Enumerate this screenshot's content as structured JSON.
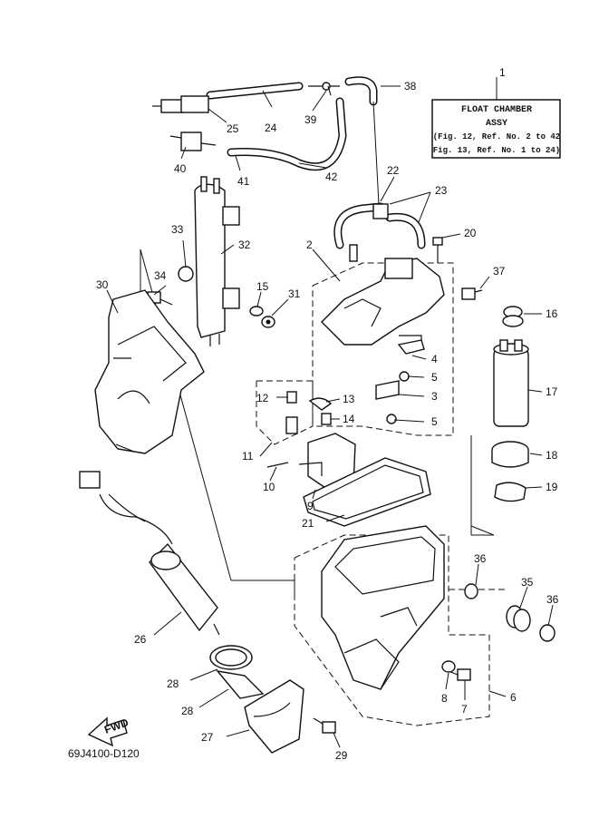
{
  "title_box": {
    "line1": "FLOAT CHAMBER",
    "line2": "ASSY",
    "line3": "(Fig. 12, Ref. No. 2 to 42",
    "line4": "Fig. 13, Ref. No. 1 to 24)"
  },
  "fwd_label": "FWD",
  "diagram_code": "69J4100-D120",
  "callouts": [
    {
      "id": "1",
      "text": "1"
    },
    {
      "id": "2",
      "text": "2"
    },
    {
      "id": "3",
      "text": "3"
    },
    {
      "id": "4",
      "text": "4"
    },
    {
      "id": "5a",
      "text": "5"
    },
    {
      "id": "5b",
      "text": "5"
    },
    {
      "id": "6",
      "text": "6"
    },
    {
      "id": "7",
      "text": "7"
    },
    {
      "id": "8",
      "text": "8"
    },
    {
      "id": "9",
      "text": "9"
    },
    {
      "id": "10",
      "text": "10"
    },
    {
      "id": "11",
      "text": "11"
    },
    {
      "id": "12",
      "text": "12"
    },
    {
      "id": "13",
      "text": "13"
    },
    {
      "id": "14",
      "text": "14"
    },
    {
      "id": "15",
      "text": "15"
    },
    {
      "id": "16",
      "text": "16"
    },
    {
      "id": "17",
      "text": "17"
    },
    {
      "id": "18",
      "text": "18"
    },
    {
      "id": "19",
      "text": "19"
    },
    {
      "id": "20",
      "text": "20"
    },
    {
      "id": "21",
      "text": "21"
    },
    {
      "id": "22",
      "text": "22"
    },
    {
      "id": "23",
      "text": "23"
    },
    {
      "id": "24",
      "text": "24"
    },
    {
      "id": "25",
      "text": "25"
    },
    {
      "id": "26",
      "text": "26"
    },
    {
      "id": "27",
      "text": "27"
    },
    {
      "id": "28a",
      "text": "28"
    },
    {
      "id": "28b",
      "text": "28"
    },
    {
      "id": "29",
      "text": "29"
    },
    {
      "id": "30",
      "text": "30"
    },
    {
      "id": "31",
      "text": "31"
    },
    {
      "id": "32",
      "text": "32"
    },
    {
      "id": "33",
      "text": "33"
    },
    {
      "id": "34",
      "text": "34"
    },
    {
      "id": "35",
      "text": "35"
    },
    {
      "id": "36a",
      "text": "36"
    },
    {
      "id": "36b",
      "text": "36"
    },
    {
      "id": "37",
      "text": "37"
    },
    {
      "id": "38",
      "text": "38"
    },
    {
      "id": "39",
      "text": "39"
    },
    {
      "id": "40",
      "text": "40"
    },
    {
      "id": "41",
      "text": "41"
    },
    {
      "id": "42",
      "text": "42"
    }
  ]
}
